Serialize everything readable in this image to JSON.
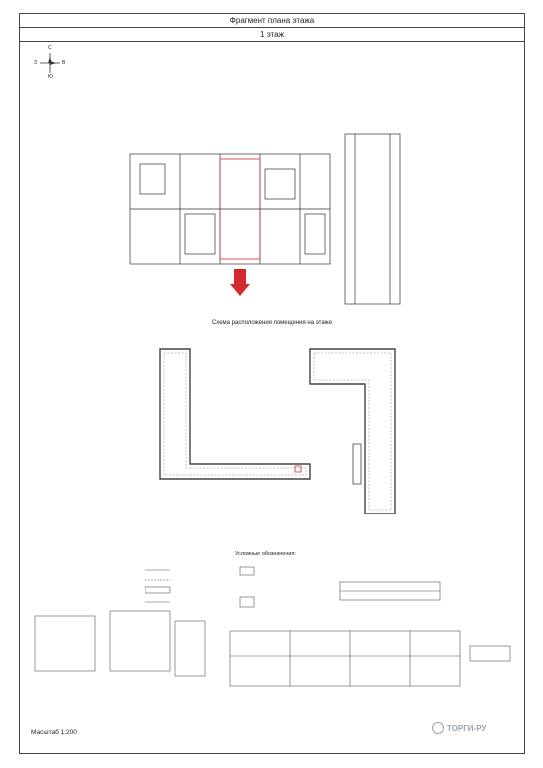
{
  "header": {
    "title": "Фрагмент плана этажа",
    "floor": "1 этаж"
  },
  "compass": {
    "n": "С",
    "s": "Ю",
    "w": "З",
    "e": "В"
  },
  "scheme": {
    "title": "Схема расположения помещения на этаже"
  },
  "legend": {
    "title": "Условные обозначения:"
  },
  "footer": {
    "scale": "Масштаб 1:200",
    "watermark": "ТОРГИ-РУ"
  },
  "colors": {
    "highlight": "#d22b2b",
    "line": "#333333"
  }
}
